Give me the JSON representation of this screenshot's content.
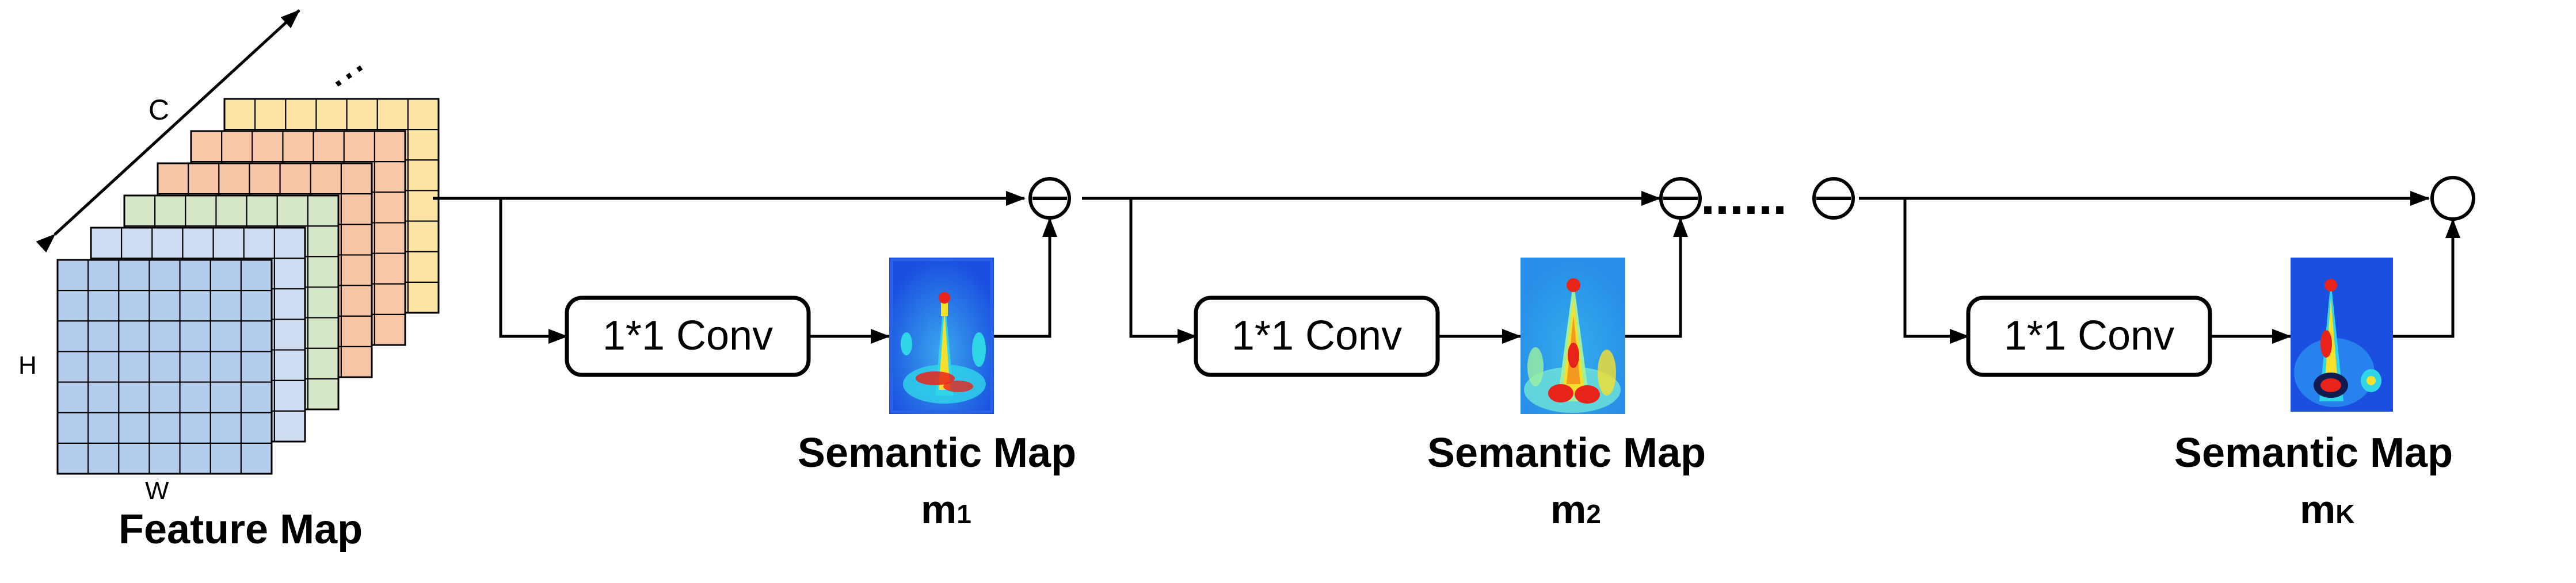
{
  "feature_map": {
    "label": "Feature Map",
    "dim_c": "C",
    "dim_h": "H",
    "dim_w": "W",
    "channel_dots": "...",
    "layer_colors": [
      "#fbe4a4",
      "#f8c7a8",
      "#f5c5a6",
      "#d6e7c8",
      "#d0dcf2",
      "#b5cdec"
    ]
  },
  "conv_label": "1*1 Conv",
  "chain_dots": "......",
  "semantic_maps": [
    {
      "title": "Semantic Map",
      "sub_main": "m",
      "sub_index": "1"
    },
    {
      "title": "Semantic Map",
      "sub_main": "m",
      "sub_index": "2"
    },
    {
      "title": "Semantic Map",
      "sub_main": "m",
      "sub_index": "K"
    }
  ],
  "heatmap_colors": {
    "background": "#1a4fe0",
    "mid": "#2fd6e8",
    "hot": "#f6e02c",
    "peak": "#e8241a"
  }
}
